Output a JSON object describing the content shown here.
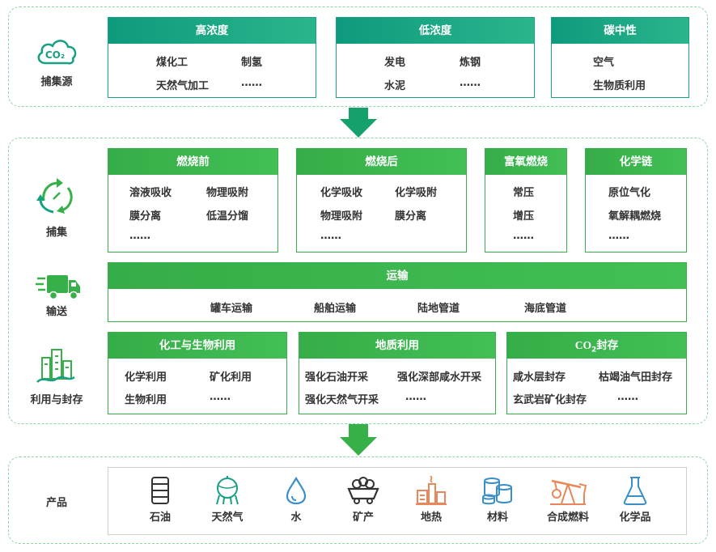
{
  "source": {
    "label": "捕集源",
    "icon_text": "CO₂",
    "boxes": [
      {
        "title": "高浓度",
        "items": [
          "煤化工",
          "制氢",
          "天然气加工",
          "……"
        ]
      },
      {
        "title": "低浓度",
        "items": [
          "发电",
          "炼钢",
          "水泥",
          "……"
        ]
      },
      {
        "title": "碳中性",
        "items": [
          "空气",
          "生物质利用"
        ]
      }
    ]
  },
  "capture": {
    "label": "捕集",
    "boxes": [
      {
        "title": "燃烧前",
        "items": [
          "溶液吸收",
          "物理吸附",
          "膜分离",
          "低温分馏",
          "……"
        ]
      },
      {
        "title": "燃烧后",
        "items": [
          "化学吸收",
          "化学吸附",
          "物理吸附",
          "膜分离",
          "……"
        ]
      },
      {
        "title": "富氧燃烧",
        "items": [
          "常压",
          "增压",
          "……"
        ]
      },
      {
        "title": "化学链",
        "items": [
          "原位气化",
          "氧解耦燃烧",
          "……"
        ]
      }
    ]
  },
  "transport": {
    "label": "输送",
    "title": "运输",
    "items": [
      "罐车运输",
      "船舶运输",
      "陆地管道",
      "海底管道"
    ]
  },
  "utilization": {
    "label": "利用与封存",
    "boxes": [
      {
        "title": "化工与生物利用",
        "items": [
          "化学利用",
          "矿化利用",
          "生物利用",
          "……"
        ]
      },
      {
        "title": "地质利用",
        "items": [
          "强化石油开采",
          "强化深部咸水开采",
          "强化天然气开采",
          "……"
        ]
      },
      {
        "title_main": "CO",
        "title_sub": "2",
        "title_rest": "封存",
        "items": [
          "咸水层封存",
          "枯竭油气田封存",
          "玄武岩矿化封存",
          "……"
        ]
      }
    ]
  },
  "products": {
    "label": "产品",
    "items": [
      {
        "name": "石油",
        "icon": "oil-barrel-icon"
      },
      {
        "name": "天然气",
        "icon": "gas-tank-icon"
      },
      {
        "name": "水",
        "icon": "water-drop-icon"
      },
      {
        "name": "矿产",
        "icon": "mine-cart-icon"
      },
      {
        "name": "地热",
        "icon": "geothermal-plant-icon"
      },
      {
        "name": "材料",
        "icon": "storage-tanks-icon"
      },
      {
        "name": "合成燃料",
        "icon": "oil-pump-icon"
      },
      {
        "name": "化学品",
        "icon": "flask-icon"
      }
    ]
  },
  "colors": {
    "teal": "#17a084",
    "green": "#38b04a",
    "dashed_border": "#8fd3a6",
    "product_icon_orange": "#e8885a",
    "product_icon_blue": "#3a8fc8"
  }
}
